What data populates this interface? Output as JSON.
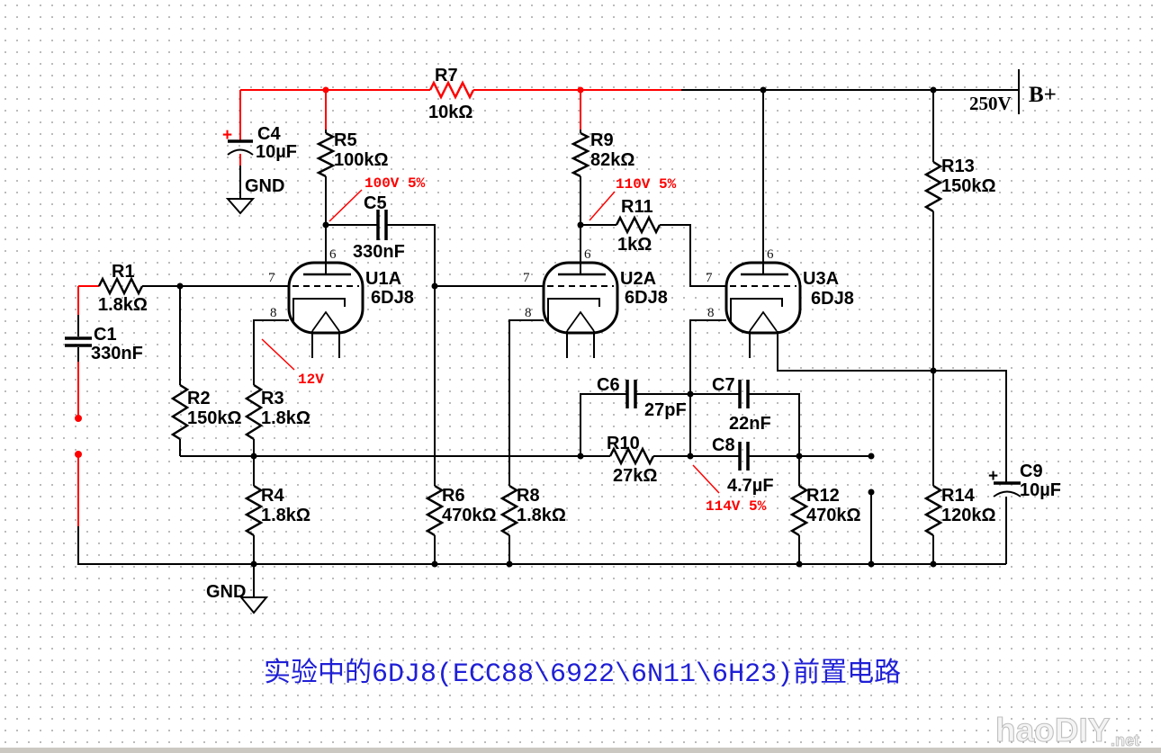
{
  "caption": "实验中的6DJ8(ECC88\\6922\\6N11\\6H23)前置电路",
  "watermark": {
    "logo": "haoDIY",
    "tld": ".net"
  },
  "colors": {
    "wire": "#000000",
    "highlight_net": "#ff0000",
    "caption_text": "#1f1fd6",
    "background": "#ffffff"
  },
  "power": {
    "rail_label": "B+",
    "rail_voltage": "250V",
    "ground_label": "GND"
  },
  "pin_numbers": {
    "plate": "6",
    "grid": "7",
    "cathode": "8"
  },
  "tubes": {
    "u1a": {
      "ref": "U1A",
      "part": "6DJ8"
    },
    "u2a": {
      "ref": "U2A",
      "part": "6DJ8"
    },
    "u3a": {
      "ref": "U3A",
      "part": "6DJ8"
    }
  },
  "resistors": {
    "r1": {
      "ref": "R1",
      "value": "1.8kΩ"
    },
    "r2": {
      "ref": "R2",
      "value": "150kΩ"
    },
    "r3": {
      "ref": "R3",
      "value": "1.8kΩ"
    },
    "r4": {
      "ref": "R4",
      "value": "1.8kΩ"
    },
    "r5": {
      "ref": "R5",
      "value": "100kΩ"
    },
    "r6": {
      "ref": "R6",
      "value": "470kΩ"
    },
    "r7": {
      "ref": "R7",
      "value": "10kΩ"
    },
    "r8": {
      "ref": "R8",
      "value": "1.8kΩ"
    },
    "r9": {
      "ref": "R9",
      "value": "82kΩ"
    },
    "r10": {
      "ref": "R10",
      "value": "27kΩ"
    },
    "r11": {
      "ref": "R11",
      "value": "1kΩ"
    },
    "r12": {
      "ref": "R12",
      "value": "470kΩ"
    },
    "r13": {
      "ref": "R13",
      "value": "150kΩ"
    },
    "r14": {
      "ref": "R14",
      "value": "120kΩ"
    }
  },
  "capacitors": {
    "c1": {
      "ref": "C1",
      "value": "330nF"
    },
    "c4": {
      "ref": "C4",
      "value": "10µF",
      "polarity": "+"
    },
    "c5": {
      "ref": "C5",
      "value": "330nF"
    },
    "c6": {
      "ref": "C6",
      "value": "27pF"
    },
    "c7": {
      "ref": "C7",
      "value": "22nF"
    },
    "c8": {
      "ref": "C8",
      "value": "4.7µF"
    },
    "c9": {
      "ref": "C9",
      "value": "10µF",
      "polarity": "+"
    }
  },
  "voltage_annotations": {
    "u1_plate": "100V 5%",
    "u1_cathode": "12V",
    "u2_plate": "110V 5%",
    "u3_cathode": "114V 5%"
  }
}
